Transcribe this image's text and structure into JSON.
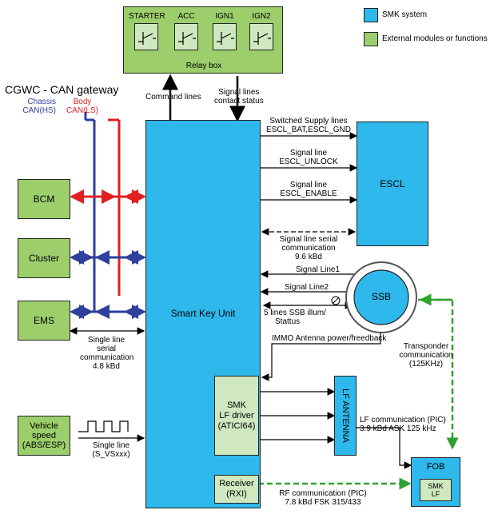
{
  "colors": {
    "smk_system": "#2fb8ec",
    "external": "#9ccf6b",
    "smk_lf_driver": "#cfe8bf",
    "chassis_can": "#2e3f9c",
    "body_can": "#e02020",
    "green_dashed": "#2fa12f"
  },
  "legend": {
    "smk_system": "SMK system",
    "external": "External modules or functions"
  },
  "relay_box": {
    "title": "Relay box",
    "relays": [
      "STARTER",
      "ACC",
      "IGN1",
      "IGN2"
    ]
  },
  "gateway": {
    "title": "CGWC - CAN gateway",
    "chassis": [
      "Chassis",
      "CAN(HS)"
    ],
    "body": [
      "Body",
      "CAN(LS)"
    ]
  },
  "modules": {
    "bcm": "BCM",
    "cluster": "Cluster",
    "ems": "EMS",
    "vehicle_speed": [
      "Vehicle",
      "speed",
      "(ABS/ESP)"
    ]
  },
  "smart_key_unit": "Smart Key Unit",
  "escl": "ESCL",
  "ssb": "SSB",
  "lf_antenna": "LF ANTENNA",
  "smk_lf_driver": [
    "SMK",
    "LF driver",
    "(ATICI64)"
  ],
  "receiver": [
    "Receiver",
    "(RXI)"
  ],
  "fob": {
    "title": "FOB",
    "inner": [
      "SMK",
      "LF"
    ]
  },
  "labels": {
    "command_lines": "Command lines",
    "signal_contact": [
      "Signal lines",
      "contact status"
    ],
    "switched_supply": [
      "Switched Supply lines",
      "ESCL_BAT,ESCL_GND"
    ],
    "signal_unlock": [
      "Signal line",
      "ESCL_UNLOCK"
    ],
    "signal_enable": [
      "Signal line",
      "ESCL_ENABLE"
    ],
    "serial_escl": [
      "Signal line serial",
      "communication",
      "9.6 kBd"
    ],
    "signal_line1": "Signal Line1",
    "signal_line2": "Signal Line2",
    "ssb_illum": [
      "5 lines SSB illum/",
      "Stattus"
    ],
    "immo": "IMMO Antenna power/freedback",
    "transponder": [
      "Transponder",
      "communication",
      "(125KHz)"
    ],
    "single_line_serial": [
      "Single line",
      "serial",
      "communication",
      "4.8 kBd"
    ],
    "single_line_speed": [
      "Single line",
      "(S_VSxxx)"
    ],
    "lf_comm": [
      "LF communication (PIC)",
      "3.9 kBd ASK 125 kHz"
    ],
    "rf_comm": [
      "RF communication (PIC)",
      "7.8 kBd FSK 315/433"
    ]
  }
}
